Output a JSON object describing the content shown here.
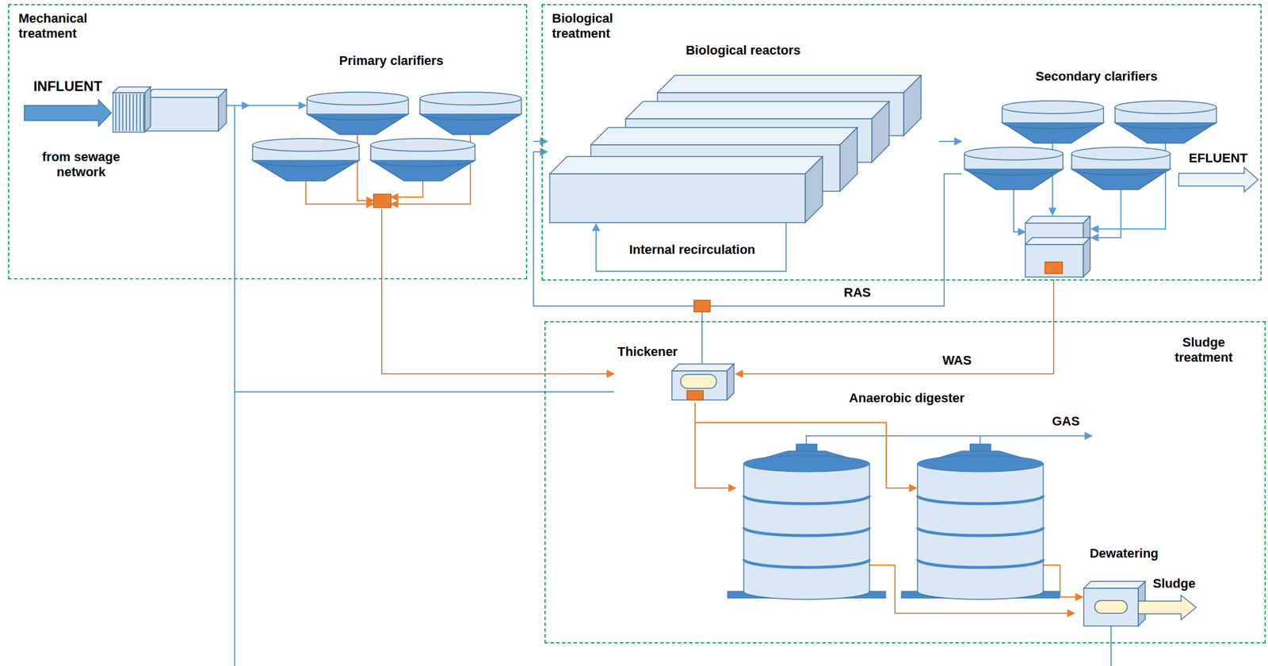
{
  "diagram": {
    "nodes": [
      {
        "text": [
          "Mechanical treatment"
        ]
      },
      {
        "text": [
          "Biological treatment"
        ]
      },
      {
        "text": [
          "Sludge treatment"
        ]
      },
      {
        "text": [
          "Primary clarifiers"
        ],
        "in": 0
      },
      {
        "text": [
          "Biological reactors"
        ],
        "in": 1
      },
      {
        "text": [
          "Secondary clarifiers"
        ],
        "in": 1
      },
      {
        "text": [
          "Thickener"
        ],
        "in": 2
      },
      {
        "text": [
          "Anaerobic digester"
        ],
        "in": 2
      },
      {
        "text": [
          "Dewatering"
        ],
        "in": 2
      }
    ],
    "edges": [
      {
        "from": 3,
        "to": 4,
        "arrow": "to"
      },
      {
        "from": 4,
        "to": 5,
        "arrow": "to"
      },
      {
        "from": 5,
        "to": 4,
        "label": "RAS",
        "arrow": "to"
      },
      {
        "from": 5,
        "to": 6,
        "label": "WAS",
        "arrow": "to"
      },
      {
        "from": 3,
        "to": 6,
        "arrow": "to"
      },
      {
        "from": 6,
        "to": 3,
        "arrow": "to"
      },
      {
        "from": 6,
        "to": 7,
        "arrow": "to"
      },
      {
        "from": 7,
        "to": 8,
        "arrow": "to"
      }
    ],
    "labels": [
      "INFLUENT",
      "from sewage network",
      "Internal recirculation",
      "EFLUENT",
      "GAS",
      "Sludge"
    ]
  }
}
